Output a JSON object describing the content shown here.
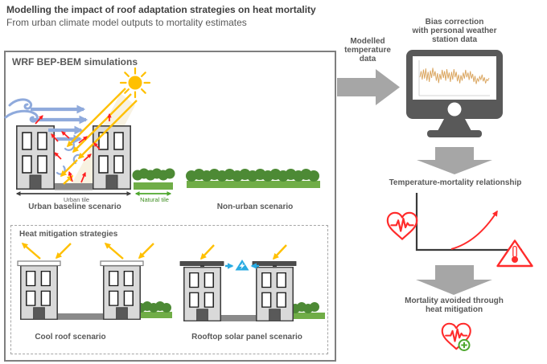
{
  "header": {
    "title": "Modelling the impact of roof adaptation strategies on heat mortality",
    "subtitle": "From urban climate model outputs to mortality estimates"
  },
  "simulation_box": {
    "title": "WRF BEP-BEM simulations",
    "urban_baseline": {
      "label": "Urban baseline scenario",
      "urban_tile": "Urban tile",
      "natural_tile": "Natural tile"
    },
    "non_urban": {
      "label": "Non-urban scenario"
    },
    "heat_mitigation": {
      "title": "Heat mitigation strategies",
      "cool_roof_label": "Cool roof scenario",
      "solar_panel_label": "Rooftop solar panel scenario"
    }
  },
  "pipeline": {
    "modelled_data_label": "Modelled\ntemperature\ndata",
    "bias_correction_label": "Bias correction\nwith personal weather\nstation data",
    "temperature_mortality_label": "Temperature-mortality relationship",
    "mortality_avoided_label": "Mortality avoided through\nheat mitigation"
  },
  "icons": {
    "sun": "sun-icon",
    "wind": "wind-icon",
    "monitor": "computer-monitor-icon",
    "heart_ecg": "heart-ecg-icon",
    "heat_warning": "thermometer-warning-icon",
    "heart_plus": "heart-plus-icon",
    "electricity": "lightning-triangle-icon"
  },
  "colors": {
    "solar_yellow": "#FFC000",
    "wind_blue": "#8FAADC",
    "heat_red": "#FF1F1F",
    "vegetation_dark": "#4D8A35",
    "vegetation_light": "#70AD47",
    "electric_blue": "#29ABE2",
    "block_arrow_gray": "#A6A6A6",
    "building_gray": "#D9D9D9",
    "label_gray": "#595959"
  },
  "monitor_chart": {
    "type": "line",
    "description": "Noisy modelled vs station temperature time series shown on monitor screen",
    "values": [
      48,
      30,
      55,
      25,
      52,
      22,
      58,
      32,
      62,
      28,
      50,
      20,
      45,
      30,
      58,
      36,
      65,
      38,
      55,
      26,
      50,
      30,
      58,
      24,
      52,
      34,
      62,
      32,
      55,
      24,
      48,
      32,
      60,
      40,
      66,
      42,
      58,
      34,
      52,
      26,
      48,
      34,
      56,
      30,
      52,
      38,
      62,
      44,
      68,
      52,
      60,
      46,
      55,
      40,
      60,
      48,
      66,
      54,
      58,
      50
    ]
  }
}
